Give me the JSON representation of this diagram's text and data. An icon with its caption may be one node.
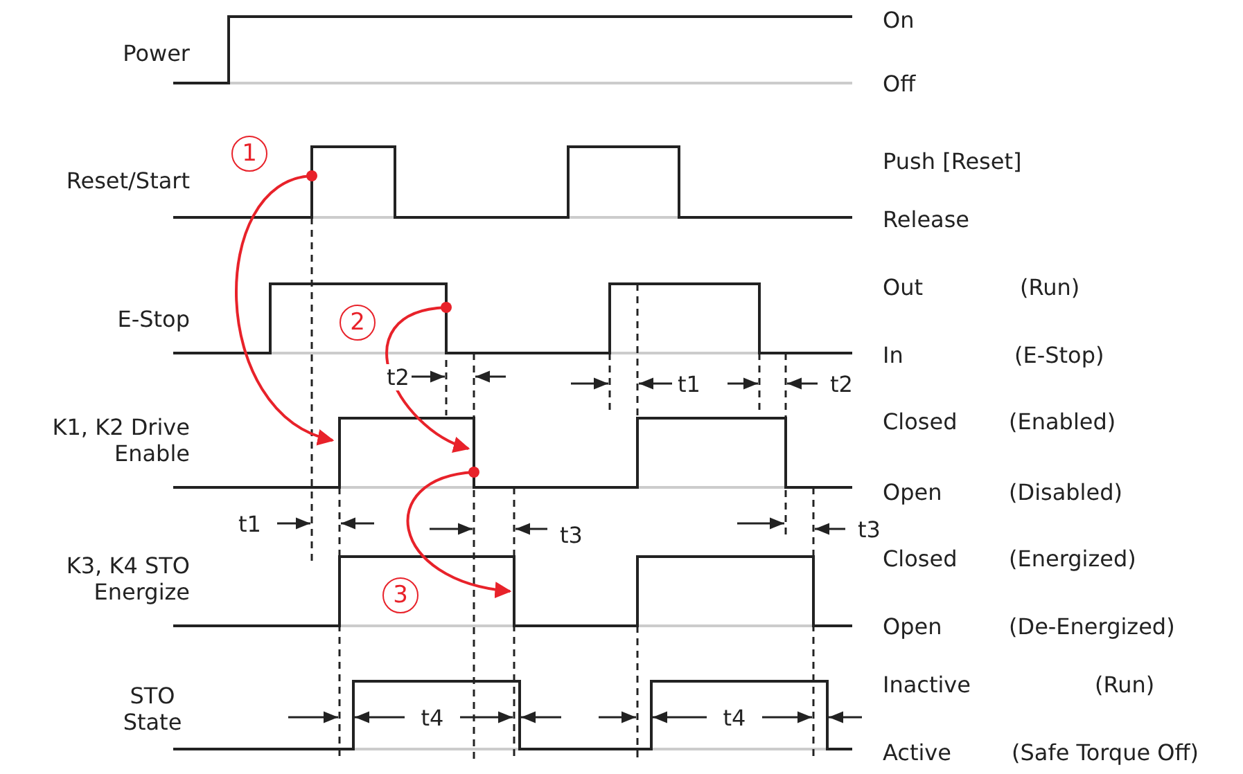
{
  "diagram": {
    "labels": [
      "On",
      "Power",
      "Off",
      "1",
      "Push [Reset]",
      "Reset/Start",
      "Release",
      "Out",
      "(Run)",
      "E-Stop",
      "2",
      "In",
      "(E-Stop)",
      "t2",
      "t1",
      "t2",
      "Closed",
      "(Enabled)",
      "K1, K2 Drive Enable",
      "Open",
      "(Disabled)",
      "t1",
      "t3",
      "t3",
      "Closed",
      "(Energized)",
      "K3, K4 STO Energize",
      "3",
      "Open",
      "(De-Energized)",
      "Inactive",
      "(Run)",
      "STO State",
      "t4",
      "t4",
      "Active",
      "(Safe Torque Off)"
    ]
  }
}
